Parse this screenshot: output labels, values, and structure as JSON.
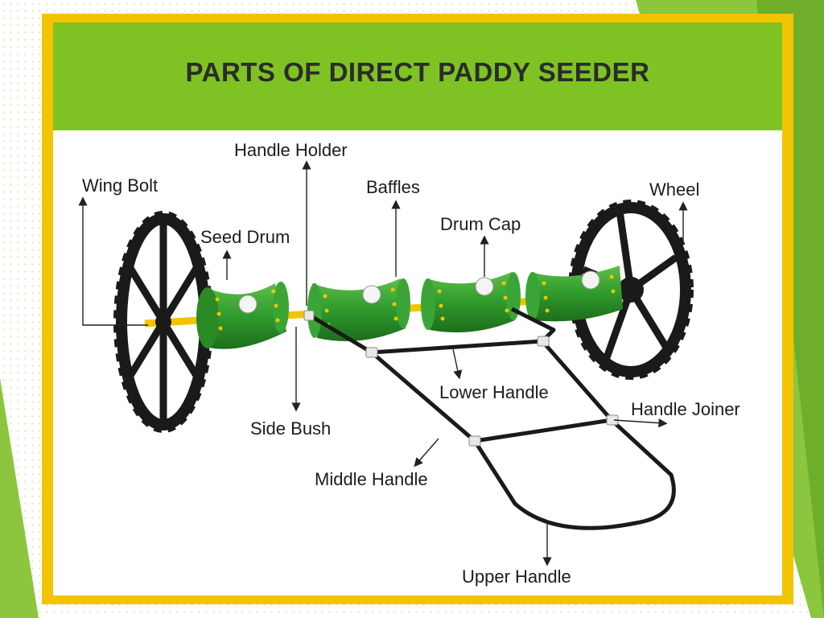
{
  "title": "PARTS OF DIRECT PADDY SEEDER",
  "colors": {
    "accent_green": "#7ec323",
    "border_yellow": "#f2c400",
    "part_green": "#2f9a2c",
    "frame_black": "#1a1a1a",
    "axle_yellow": "#f2c400"
  },
  "labels": {
    "handle_holder": "Handle Holder",
    "wing_bolt": "Wing Bolt",
    "baffles": "Baffles",
    "wheel": "Wheel",
    "seed_drum": "Seed Drum",
    "drum_cap": "Drum Cap",
    "lower_handle": "Lower Handle",
    "handle_joiner": "Handle Joiner",
    "side_bush": "Side Bush",
    "middle_handle": "Middle Handle",
    "upper_handle": "Upper Handle"
  }
}
